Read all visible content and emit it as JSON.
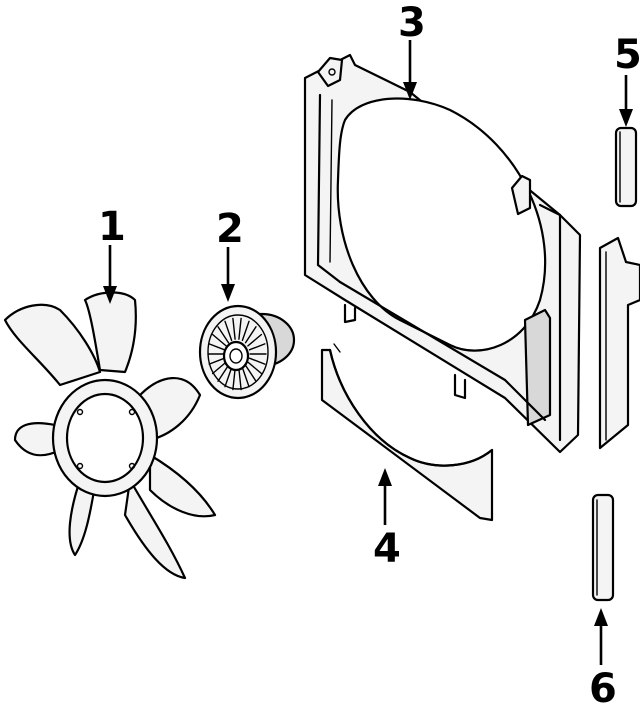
{
  "callouts": [
    {
      "id": "1",
      "label": "1",
      "part": "fan-blade"
    },
    {
      "id": "2",
      "label": "2",
      "part": "fan-clutch"
    },
    {
      "id": "3",
      "label": "3",
      "part": "fan-shroud"
    },
    {
      "id": "4",
      "label": "4",
      "part": "lower-shroud"
    },
    {
      "id": "5",
      "label": "5",
      "part": "upper-seal"
    },
    {
      "id": "6",
      "label": "6",
      "part": "lower-seal"
    }
  ],
  "colors": {
    "line": "#000000",
    "background": "#ffffff",
    "fill": "#f4f4f4"
  }
}
